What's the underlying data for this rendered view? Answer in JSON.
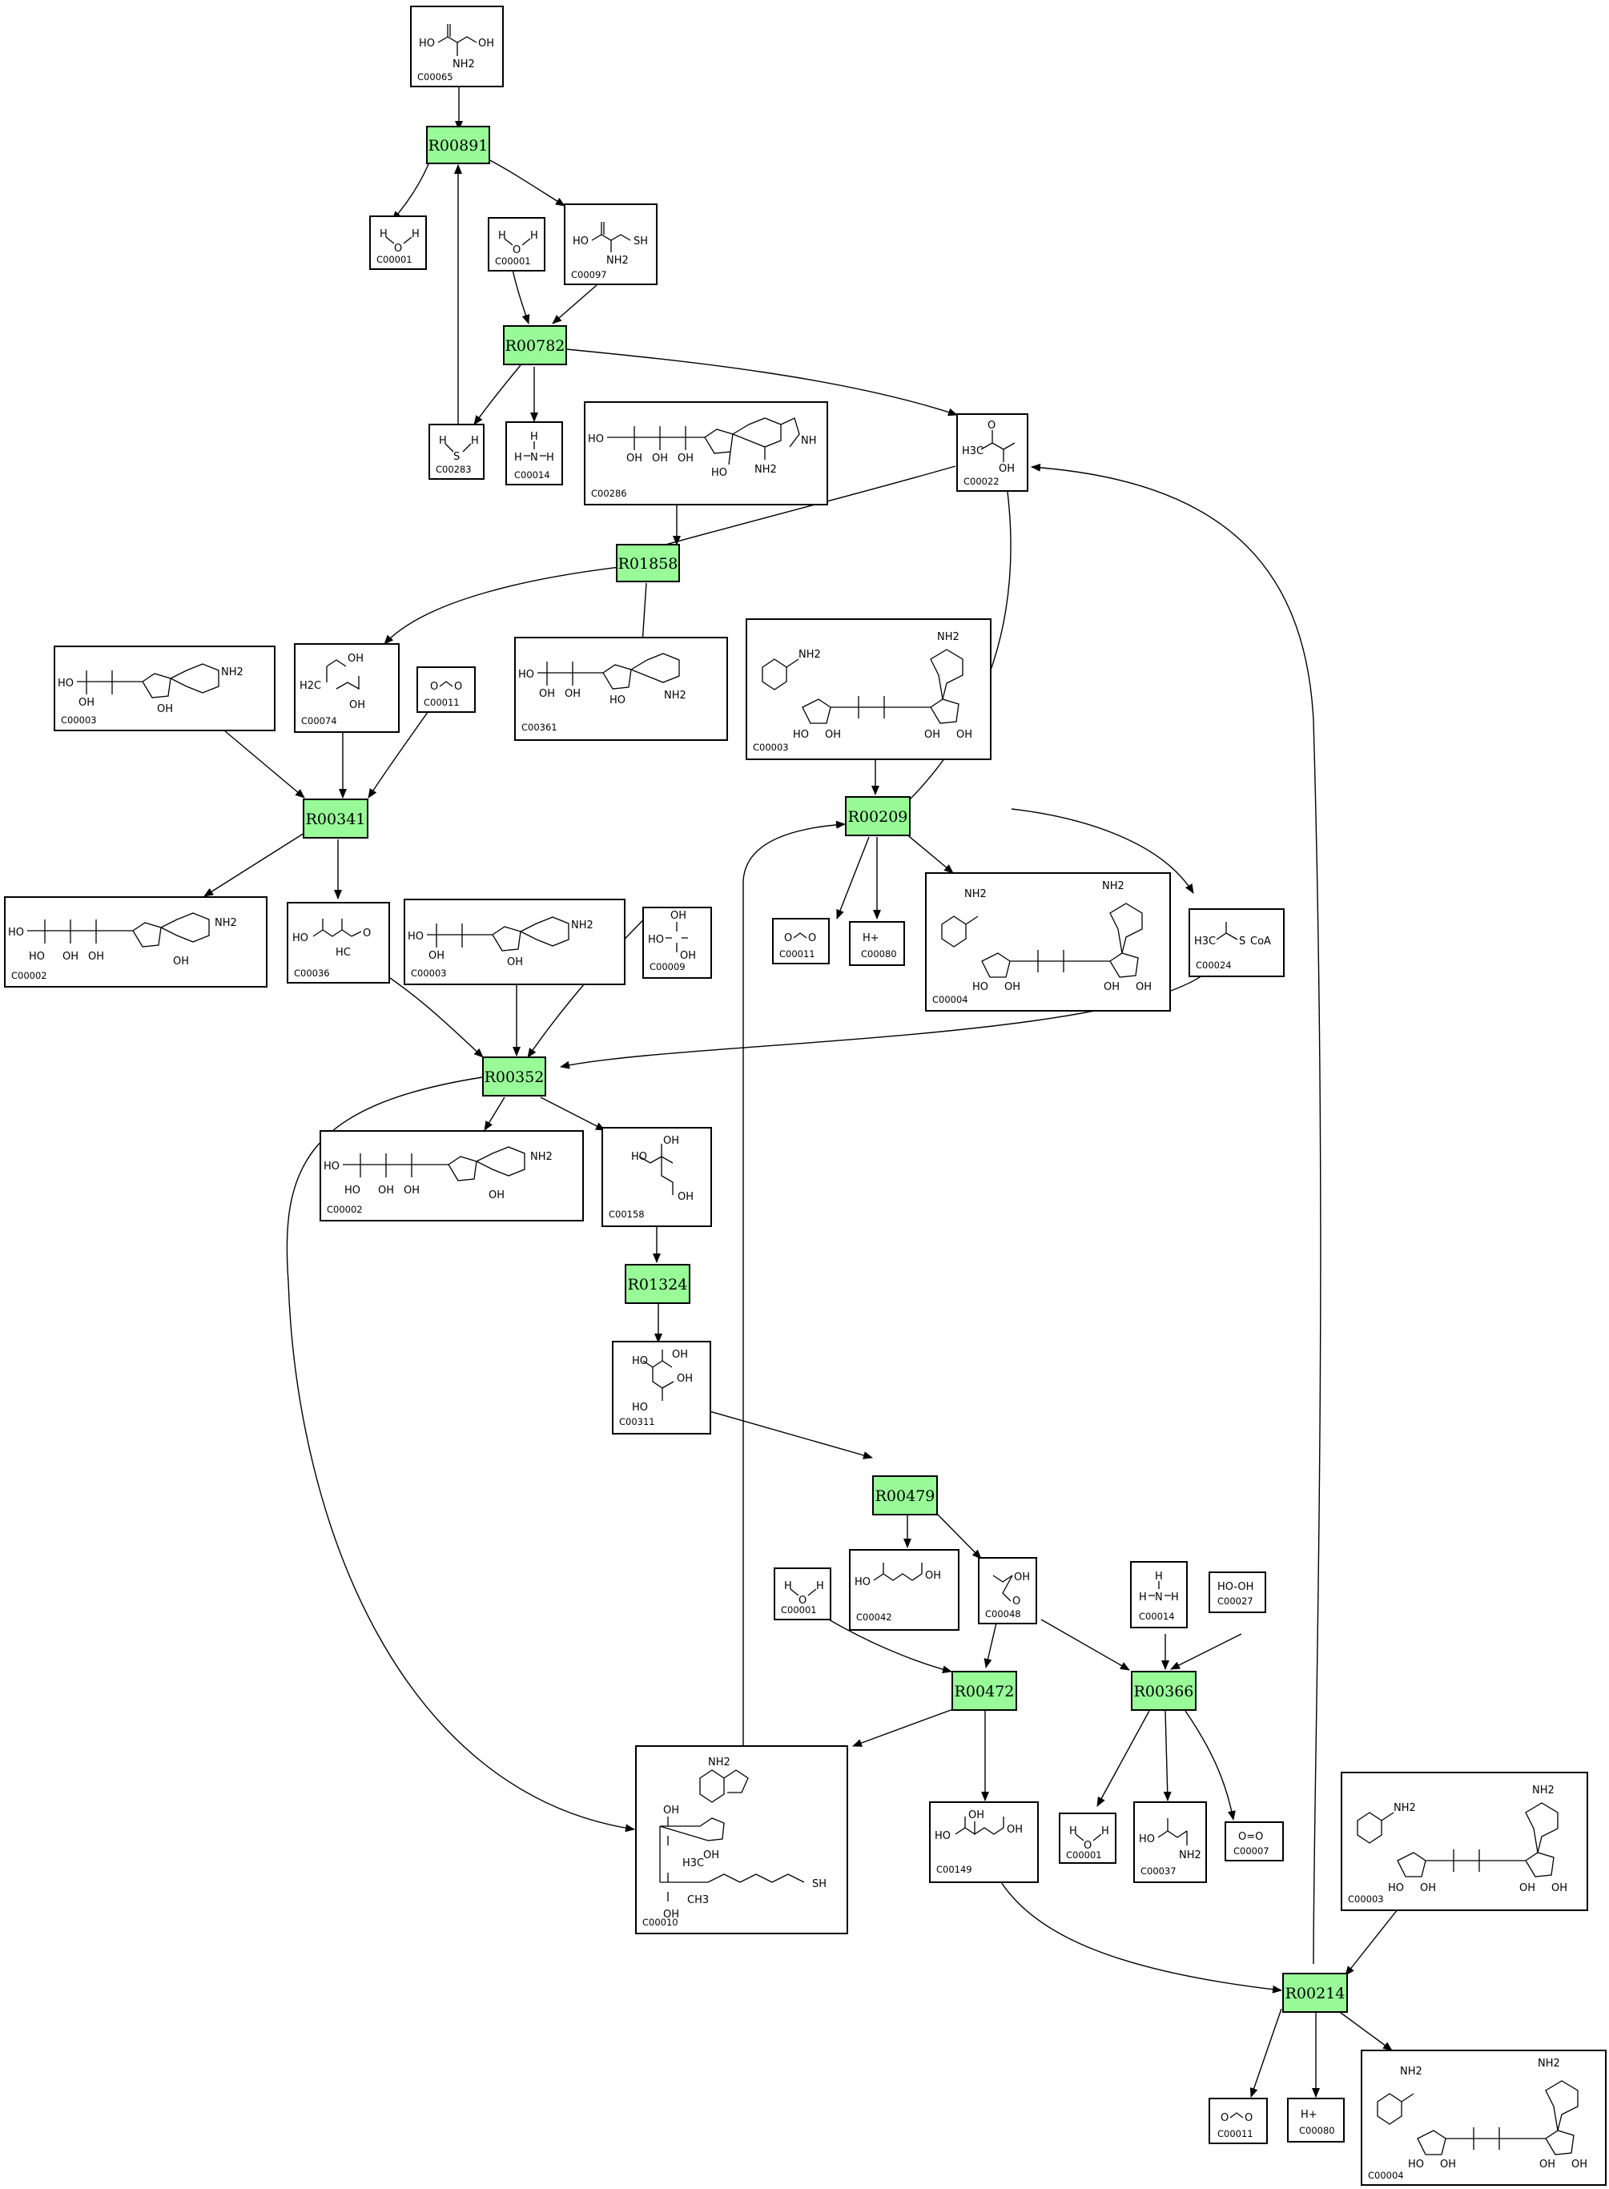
{
  "reactions": [
    {
      "id": "R00891",
      "label": "R00891"
    },
    {
      "id": "R00782",
      "label": "R00782"
    },
    {
      "id": "R01858",
      "label": "R01858"
    },
    {
      "id": "R00341",
      "label": "R00341"
    },
    {
      "id": "R00209",
      "label": "R00209"
    },
    {
      "id": "R00352",
      "label": "R00352"
    },
    {
      "id": "R01324",
      "label": "R01324"
    },
    {
      "id": "R00479",
      "label": "R00479"
    },
    {
      "id": "R00472",
      "label": "R00472"
    },
    {
      "id": "R00366",
      "label": "R00366"
    },
    {
      "id": "R00214",
      "label": "R00214"
    }
  ],
  "compounds": [
    {
      "id": "c00065",
      "label": "C00065",
      "mol": [
        "HO",
        "OH",
        "NH2"
      ]
    },
    {
      "id": "c00001a",
      "label": "C00001",
      "mol": [
        "H",
        "O",
        "H"
      ]
    },
    {
      "id": "c00001b",
      "label": "C00001",
      "mol": [
        "H",
        "O",
        "H"
      ]
    },
    {
      "id": "c00097",
      "label": "C00097",
      "mol": [
        "HO",
        "SH",
        "NH2"
      ]
    },
    {
      "id": "c00283",
      "label": "C00283",
      "mol": [
        "H",
        "S",
        "H"
      ]
    },
    {
      "id": "c00014a",
      "label": "C00014",
      "mol": [
        "H",
        "N",
        "H",
        "H"
      ]
    },
    {
      "id": "c00286",
      "label": "C00286",
      "mol": [
        "HO",
        "OH",
        "OH",
        "OH",
        "HO",
        "NH2",
        "NH"
      ]
    },
    {
      "id": "c00022",
      "label": "C00022",
      "mol": [
        "H3C",
        "OH",
        "O"
      ]
    },
    {
      "id": "c00003a",
      "label": "C00003",
      "mol": [
        "HO",
        "OH",
        "NH2",
        "OH"
      ]
    },
    {
      "id": "c00074",
      "label": "C00074",
      "mol": [
        "OH",
        "H2C",
        "OH"
      ]
    },
    {
      "id": "c00011a",
      "label": "C00011",
      "mol": [
        "O",
        "O"
      ]
    },
    {
      "id": "c00361",
      "label": "C00361",
      "mol": [
        "HO",
        "OH",
        "OH",
        "NH2",
        "HO"
      ]
    },
    {
      "id": "c00003b",
      "label": "C00003",
      "mol": [
        "NH2",
        "NH2",
        "HO",
        "OH",
        "OH",
        "OH"
      ]
    },
    {
      "id": "c00002a",
      "label": "C00002",
      "mol": [
        "HO",
        "HO",
        "OH",
        "OH",
        "NH2",
        "OH"
      ]
    },
    {
      "id": "c00036",
      "label": "C00036",
      "mol": [
        "HO",
        "HC",
        "O"
      ]
    },
    {
      "id": "c00003c",
      "label": "C00003",
      "mol": [
        "HO",
        "OH",
        "NH2",
        "OH"
      ]
    },
    {
      "id": "c00009",
      "label": "C00009",
      "mol": [
        "HO",
        "OH",
        "OH"
      ]
    },
    {
      "id": "c00011b",
      "label": "C00011",
      "mol": [
        "O",
        "O"
      ]
    },
    {
      "id": "c00080a",
      "label": "C00080",
      "mol": [
        "H+"
      ]
    },
    {
      "id": "c00004a",
      "label": "C00004",
      "mol": [
        "NH2",
        "NH2",
        "HO",
        "OH",
        "OH",
        "OH"
      ]
    },
    {
      "id": "c00024",
      "label": "C00024",
      "mol": [
        "H3C",
        "S",
        "CoA"
      ]
    },
    {
      "id": "c00002b",
      "label": "C00002",
      "mol": [
        "HO",
        "HO",
        "OH",
        "OH",
        "NH2",
        "OH"
      ]
    },
    {
      "id": "c00158",
      "label": "C00158",
      "mol": [
        "HO",
        "OH",
        "OH"
      ]
    },
    {
      "id": "c00311",
      "label": "C00311",
      "mol": [
        "HO",
        "OH",
        "OH",
        "HO"
      ]
    },
    {
      "id": "c00042",
      "label": "C00042",
      "mol": [
        "HO",
        "OH"
      ]
    },
    {
      "id": "c00001c",
      "label": "C00001",
      "mol": [
        "H",
        "O",
        "H"
      ]
    },
    {
      "id": "c00048",
      "label": "C00048",
      "mol": [
        "OH",
        "O"
      ]
    },
    {
      "id": "c00014b",
      "label": "C00014",
      "mol": [
        "H",
        "N",
        "H",
        "H"
      ]
    },
    {
      "id": "c00027",
      "label": "C00027",
      "mol": [
        "HO-OH"
      ]
    },
    {
      "id": "c00010",
      "label": "C00010",
      "mol": [
        "NH2",
        "OH",
        "OH",
        "H3C",
        "CH3",
        "OH",
        "SH"
      ]
    },
    {
      "id": "c00149",
      "label": "C00149",
      "mol": [
        "HO",
        "OH",
        "OH"
      ]
    },
    {
      "id": "c00001d",
      "label": "C00001",
      "mol": [
        "H",
        "O",
        "H"
      ]
    },
    {
      "id": "c00037",
      "label": "C00037",
      "mol": [
        "HO",
        "NH2"
      ]
    },
    {
      "id": "c00007",
      "label": "C00007",
      "mol": [
        "O=O"
      ]
    },
    {
      "id": "c00003d",
      "label": "C00003",
      "mol": [
        "NH2",
        "NH2",
        "HO",
        "OH",
        "OH",
        "OH"
      ]
    },
    {
      "id": "c00011c",
      "label": "C00011",
      "mol": [
        "O",
        "O"
      ]
    },
    {
      "id": "c00080b",
      "label": "C00080",
      "mol": [
        "H+"
      ]
    },
    {
      "id": "c00004b",
      "label": "C00004",
      "mol": [
        "NH2",
        "NH2",
        "HO",
        "OH",
        "OH",
        "OH"
      ]
    }
  ],
  "colors": {
    "reaction_fill": "#98fb98",
    "outline": "#000000",
    "background": "#ffffff"
  }
}
